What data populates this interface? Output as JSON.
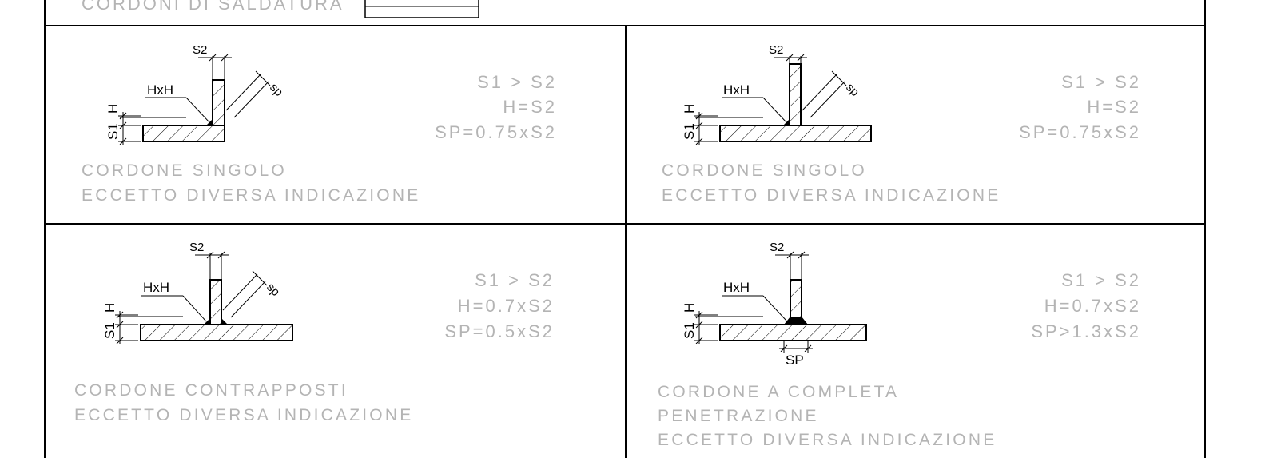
{
  "header": {
    "label": "CORDONI DI SALDATURA"
  },
  "panels": [
    {
      "id": "single-l",
      "s2_label": "S2",
      "sp_label": "sp",
      "hxh_label": "HxH",
      "h_label": "H",
      "s1_label": "S1",
      "rule1": "S1  >  S2",
      "rule2": "H=S2",
      "rule3": "SP=0.75xS2",
      "note1": "CORDONE SINGOLO",
      "note2": "ECCETTO DIVERSA INDICAZIONE"
    },
    {
      "id": "single-t",
      "s2_label": "S2",
      "sp_label": "sp",
      "hxh_label": "HxH",
      "h_label": "H",
      "s1_label": "S1",
      "rule1": "S1  >  S2",
      "rule2": "H=S2",
      "rule3": "SP=0.75xS2",
      "note1": "CORDONE SINGOLO",
      "note2": "ECCETTO DIVERSA INDICAZIONE"
    },
    {
      "id": "double-t",
      "s2_label": "S2",
      "sp_label": "sp",
      "hxh_label": "HxH",
      "h_label": "H",
      "s1_label": "S1",
      "rule1": "S1  >  S2",
      "rule2": "H=0.7xS2",
      "rule3": "SP=0.5xS2",
      "note1": "CORDONE CONTRAPPOSTI",
      "note2": "ECCETTO DIVERSA INDICAZIONE"
    },
    {
      "id": "full-penetration",
      "s2_label": "S2",
      "sp_label": "SP",
      "hxh_label": "HxH",
      "h_label": "H",
      "s1_label": "S1",
      "rule1": "S1  >  S2",
      "rule2": "H=0.7xS2",
      "rule3": "SP>1.3xS2",
      "note1": "CORDONE A COMPLETA",
      "note2": "PENETRAZIONE",
      "note3": "ECCETTO DIVERSA INDICAZIONE"
    }
  ]
}
